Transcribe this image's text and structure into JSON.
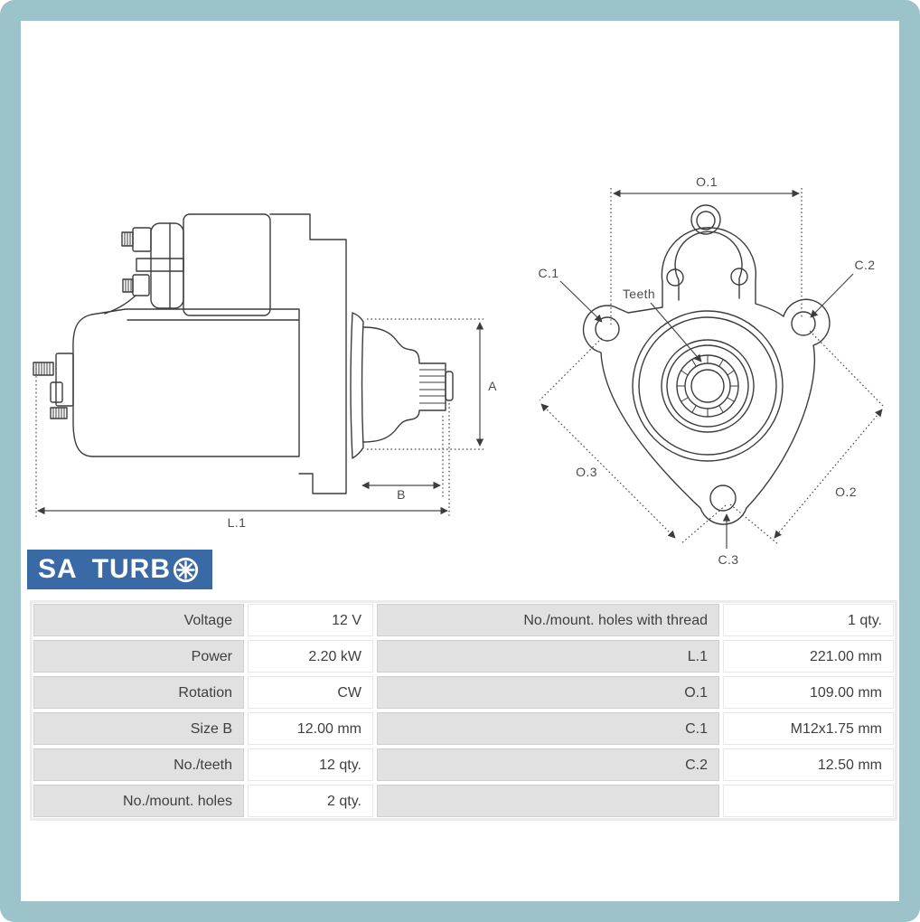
{
  "brand": {
    "name_left": "SA",
    "name_right": "TURB",
    "wheel_icon": "turbo-wheel-icon",
    "logo_bg": "#3a6aa6"
  },
  "colors": {
    "frame": "#9cc2ca",
    "drawing_line": "#3c3c3c",
    "table_label_bg": "#e1e1e1"
  },
  "drawing": {
    "side_view": {
      "dim_a": "A",
      "dim_b": "B",
      "dim_l1": "L.1"
    },
    "front_view": {
      "dim_o1": "O.1",
      "dim_o2": "O.2",
      "dim_o3": "O.3",
      "dim_c1": "C.1",
      "dim_c2": "C.2",
      "dim_c3": "C.3",
      "teeth_label": "Teeth"
    }
  },
  "spec_table": {
    "rows": [
      {
        "label_left": "Voltage",
        "value_left": "12 V",
        "label_right": "No./mount. holes with thread",
        "value_right": "1 qty."
      },
      {
        "label_left": "Power",
        "value_left": "2.20 kW",
        "label_right": "L.1",
        "value_right": "221.00 mm"
      },
      {
        "label_left": "Rotation",
        "value_left": "CW",
        "label_right": "O.1",
        "value_right": "109.00 mm"
      },
      {
        "label_left": "Size B",
        "value_left": "12.00 mm",
        "label_right": "C.1",
        "value_right": "M12x1.75 mm"
      },
      {
        "label_left": "No./teeth",
        "value_left": "12 qty.",
        "label_right": "C.2",
        "value_right": "12.50 mm"
      },
      {
        "label_left": "No./mount. holes",
        "value_left": "2 qty.",
        "label_right": "",
        "value_right": ""
      }
    ]
  }
}
